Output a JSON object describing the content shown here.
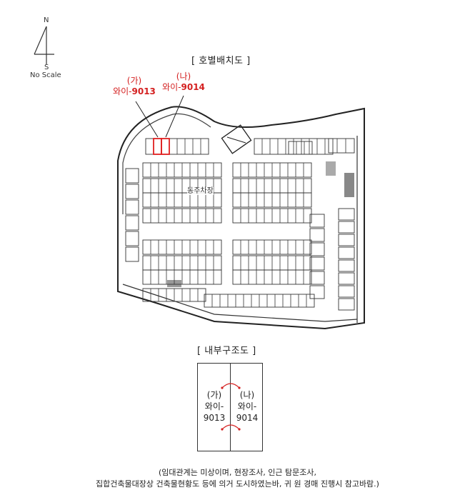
{
  "compass": {
    "north": "N",
    "south": "S",
    "scale_note": "No Scale"
  },
  "floor_plan": {
    "title": "[ 호별배치도 ]",
    "center_label": "동주차장",
    "units": [
      {
        "tag": "(가)",
        "prefix": "와이-",
        "number": "9013"
      },
      {
        "tag": "(나)",
        "prefix": "와이-",
        "number": "9014"
      }
    ],
    "highlight_color": "#e02020"
  },
  "internal": {
    "title": "[ 내부구조도 ]",
    "cells": [
      {
        "tag": "(가)",
        "line1": "와이-",
        "line2": "9013"
      },
      {
        "tag": "(나)",
        "line1": "와이-",
        "line2": "9014"
      }
    ]
  },
  "footnote": {
    "line1": "(임대관계는 미상이며, 현장조사, 인근 탐문조사,",
    "line2": "집합건축물대장상 건축물현황도 등에 의거 도시하였는바, 귀 원 경매 진행시 참고바람.)"
  }
}
